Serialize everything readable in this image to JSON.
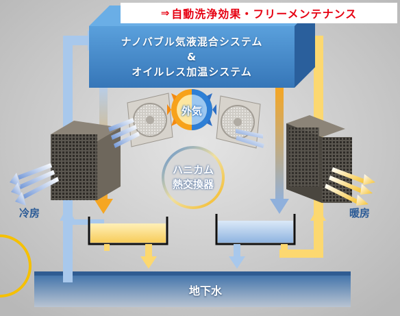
{
  "banner": {
    "arrow": "⇒",
    "text": "自動洗浄効果・フリーメンテナンス"
  },
  "system_box": {
    "line1": "ナノバブル気液混合システム",
    "line2": "&",
    "line3": "オイルレス加温システム"
  },
  "outside_air": "外気",
  "heat_exchanger": {
    "line1": "ハニカム",
    "line2": "熱交換器"
  },
  "cooling": "冷房",
  "heating": "暖房",
  "groundwater": "地下水",
  "colors": {
    "cool_pipe": "#a8c8ec",
    "warm_pipe": "#fcd870",
    "box_blue": "#3f86c8",
    "banner_red": "#e60012",
    "ground_blue": "#3b6fa8"
  }
}
